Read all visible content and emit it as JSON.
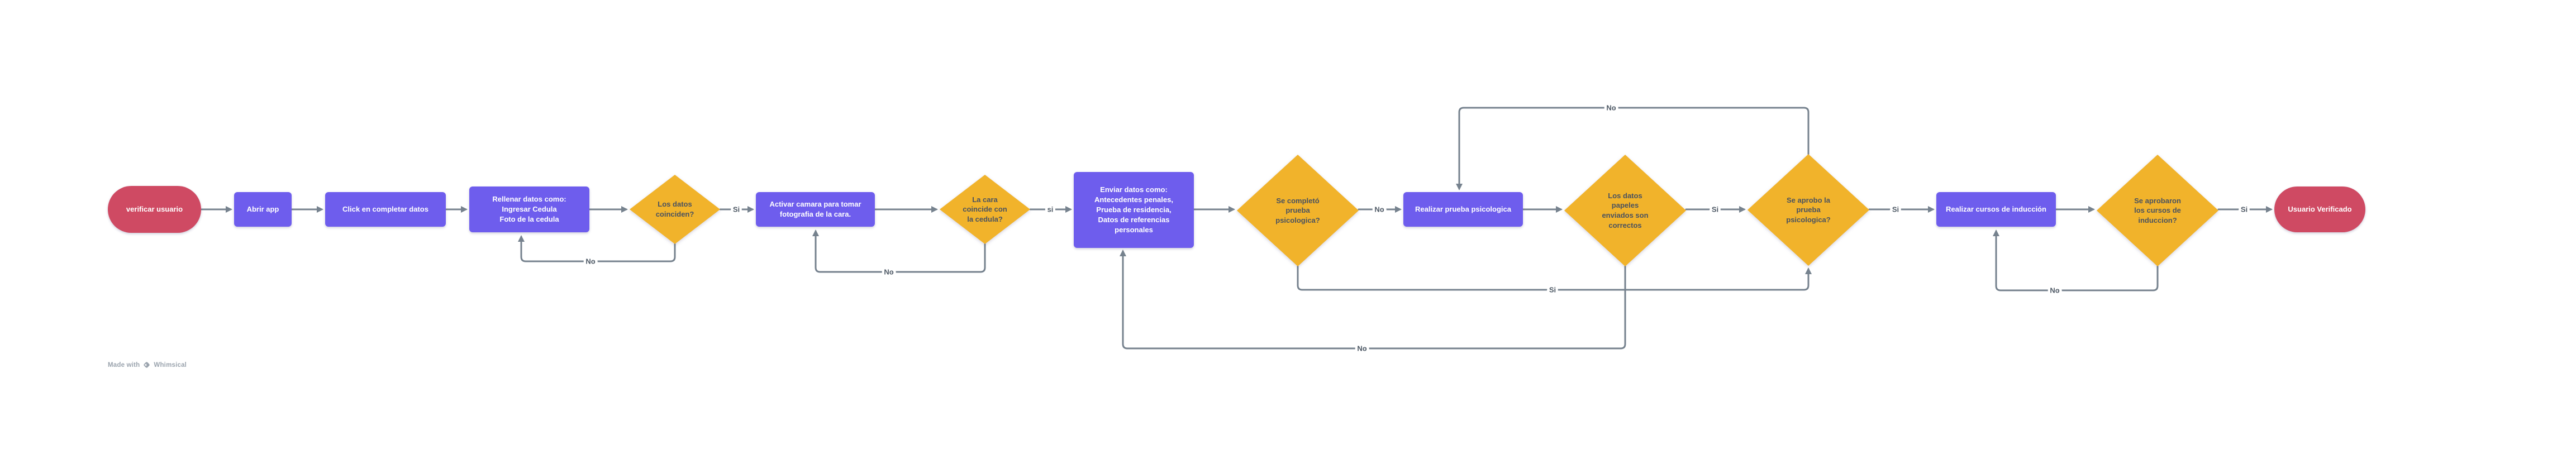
{
  "badge": {
    "made_with": "Made with",
    "brand": "Whimsical"
  },
  "colors": {
    "start_end": "#cf4a63",
    "process": "#6e5ded",
    "decision": "#f1b32b",
    "connector": "#76828e",
    "decision_text": "#4a525f",
    "edge_label_text": "#4f5a66",
    "badge_text": "#9aa3ad"
  },
  "flowchart": {
    "nodes": [
      {
        "id": "start",
        "type": "start",
        "label": "verificar usuario"
      },
      {
        "id": "open_app",
        "type": "process",
        "label": "Abrir app"
      },
      {
        "id": "click_complete",
        "type": "process",
        "label": "Click en completar datos"
      },
      {
        "id": "fill_data",
        "type": "process",
        "label": "Rellenar datos como:\nIngresar Cedula\nFoto de la cedula"
      },
      {
        "id": "d_datos",
        "type": "decision",
        "label": "Los datos\ncoinciden?"
      },
      {
        "id": "camera",
        "type": "process",
        "label": "Activar camara para tomar\nfotografia de la cara."
      },
      {
        "id": "d_cara",
        "type": "decision",
        "label": "La cara\ncoincide con\nla cedula?"
      },
      {
        "id": "send_data",
        "type": "process",
        "label": "Enviar datos como:\nAntecedentes penales,\nPrueba de residencia,\nDatos de referencias\npersonales"
      },
      {
        "id": "d_completo",
        "type": "decision",
        "label": "Se completó\nprueba\npsicologica?"
      },
      {
        "id": "test_psico",
        "type": "process",
        "label": "Realizar prueba psicologica"
      },
      {
        "id": "d_papeles",
        "type": "decision",
        "label": "Los datos\npapeles\nenviados son\ncorrectos"
      },
      {
        "id": "d_aprobo",
        "type": "decision",
        "label": "Se aprobo la\nprueba\npsicologica?"
      },
      {
        "id": "courses",
        "type": "process",
        "label": "Realizar cursos de inducción"
      },
      {
        "id": "d_cursos",
        "type": "decision",
        "label": "Se aprobaron\nlos cursos de\ninduccion?"
      },
      {
        "id": "end",
        "type": "end",
        "label": "Usuario Verificado"
      }
    ],
    "edges": [
      {
        "from": "start",
        "to": "open_app",
        "label": ""
      },
      {
        "from": "open_app",
        "to": "click_complete",
        "label": ""
      },
      {
        "from": "click_complete",
        "to": "fill_data",
        "label": ""
      },
      {
        "from": "fill_data",
        "to": "d_datos",
        "label": ""
      },
      {
        "from": "d_datos",
        "to": "camera",
        "label": "Si"
      },
      {
        "from": "camera",
        "to": "d_cara",
        "label": ""
      },
      {
        "from": "d_cara",
        "to": "send_data",
        "label": "si"
      },
      {
        "from": "send_data",
        "to": "d_completo",
        "label": ""
      },
      {
        "from": "d_completo",
        "to": "test_psico",
        "label": "No"
      },
      {
        "from": "test_psico",
        "to": "d_papeles",
        "label": ""
      },
      {
        "from": "d_papeles",
        "to": "d_aprobo",
        "label": "Si"
      },
      {
        "from": "d_aprobo",
        "to": "courses",
        "label": "Si"
      },
      {
        "from": "courses",
        "to": "d_cursos",
        "label": ""
      },
      {
        "from": "d_cursos",
        "to": "end",
        "label": "Si"
      },
      {
        "from": "d_datos",
        "to": "fill_data",
        "label": "No"
      },
      {
        "from": "d_cara",
        "to": "camera",
        "label": "No"
      },
      {
        "from": "d_completo",
        "to": "d_aprobo",
        "label": "Si"
      },
      {
        "from": "d_papeles",
        "to": "send_data",
        "label": "No"
      },
      {
        "from": "d_aprobo",
        "to": "test_psico",
        "label": "No"
      },
      {
        "from": "d_cursos",
        "to": "courses",
        "label": "No"
      }
    ]
  }
}
